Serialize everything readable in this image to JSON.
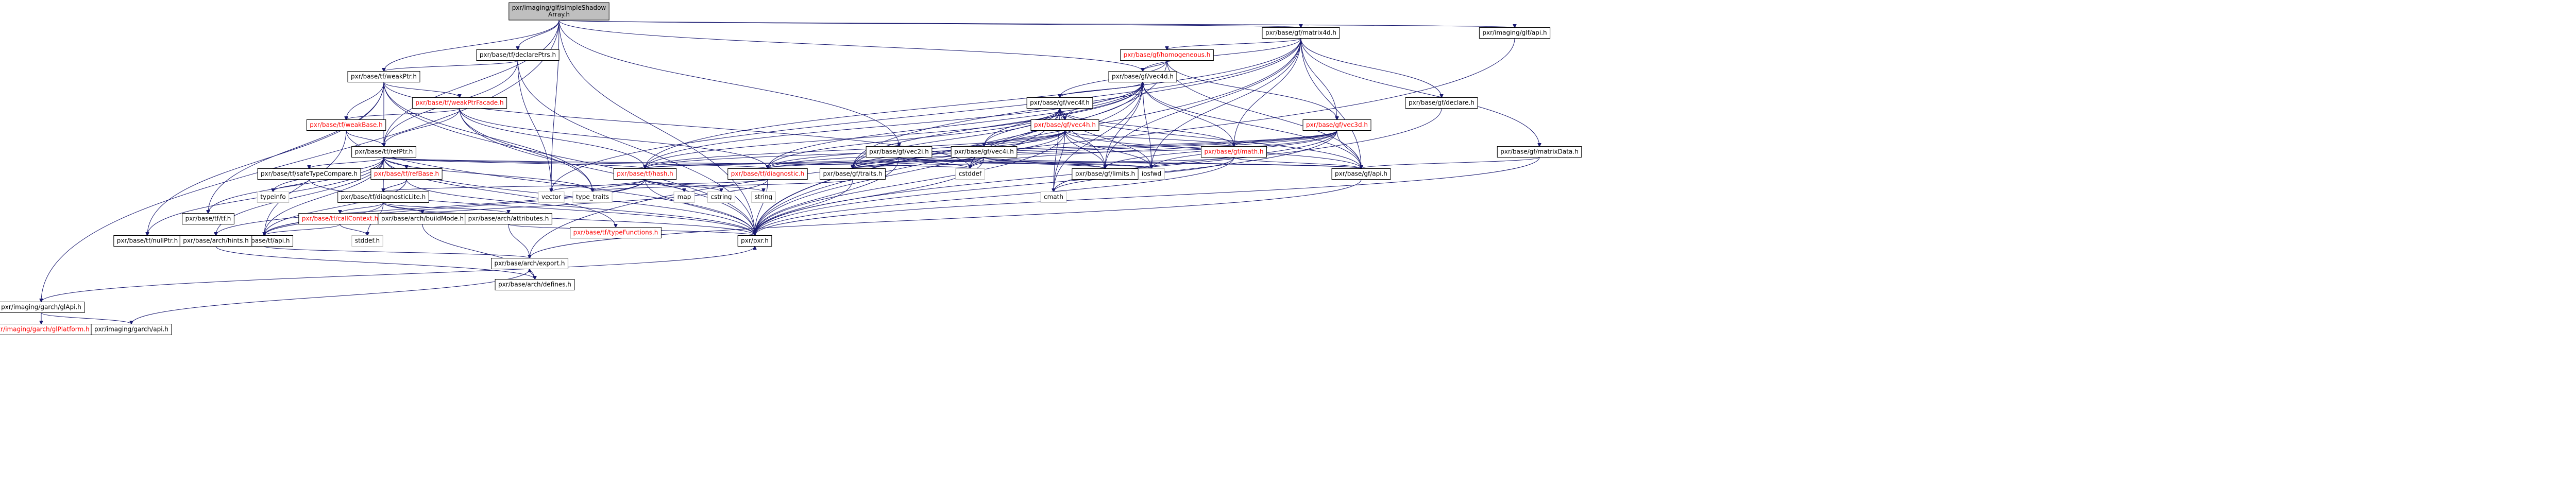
{
  "graph": {
    "title": "pxr/imaging/glf/simpleShadowArray.h include dependency graph",
    "colors": {
      "edge": "#191970",
      "node_border": "#000000",
      "node_fill": "#ffffff",
      "root_fill": "#bfbfbf",
      "text_normal": "#000000",
      "text_truncated": "#ff0000"
    },
    "nodes": [
      {
        "id": "root",
        "lines": [
          "pxr/imaging/glf/simpleShadow",
          "Array.h"
        ],
        "kind": "root"
      },
      {
        "id": "glApi",
        "lines": [
          "pxr/imaging/garch/glApi.h"
        ],
        "kind": "normal"
      },
      {
        "id": "glPlatform",
        "lines": [
          "pxr/imaging/garch/glPlatform.h"
        ],
        "kind": "truncated"
      },
      {
        "id": "garchApi",
        "lines": [
          "pxr/imaging/garch/api.h"
        ],
        "kind": "normal"
      },
      {
        "id": "declarePtrs",
        "lines": [
          "pxr/base/tf/declarePtrs.h"
        ],
        "kind": "normal"
      },
      {
        "id": "weakPtr",
        "lines": [
          "pxr/base/tf/weakPtr.h"
        ],
        "kind": "normal"
      },
      {
        "id": "weakPtrFacade",
        "lines": [
          "pxr/base/tf/weakPtrFacade.h"
        ],
        "kind": "truncated"
      },
      {
        "id": "weakBase",
        "lines": [
          "pxr/base/tf/weakBase.h"
        ],
        "kind": "truncated"
      },
      {
        "id": "refPtr",
        "lines": [
          "pxr/base/tf/refPtr.h"
        ],
        "kind": "normal"
      },
      {
        "id": "safeTypeCompare",
        "lines": [
          "pxr/base/tf/safeTypeCompare.h"
        ],
        "kind": "normal"
      },
      {
        "id": "refBase",
        "lines": [
          "pxr/base/tf/refBase.h"
        ],
        "kind": "truncated"
      },
      {
        "id": "tfHash",
        "lines": [
          "pxr/base/tf/hash.h"
        ],
        "kind": "truncated"
      },
      {
        "id": "tfDiagnostic",
        "lines": [
          "pxr/base/tf/diagnostic.h"
        ],
        "kind": "truncated"
      },
      {
        "id": "diagnosticLite",
        "lines": [
          "pxr/base/tf/diagnosticLite.h"
        ],
        "kind": "normal"
      },
      {
        "id": "callContext",
        "lines": [
          "pxr/base/tf/callContext.h"
        ],
        "kind": "truncated"
      },
      {
        "id": "typeFunctions",
        "lines": [
          "pxr/base/tf/typeFunctions.h"
        ],
        "kind": "truncated"
      },
      {
        "id": "nullPtr",
        "lines": [
          "pxr/base/tf/nullPtr.h"
        ],
        "kind": "normal"
      },
      {
        "id": "tfTf",
        "lines": [
          "pxr/base/tf/tf.h"
        ],
        "kind": "normal"
      },
      {
        "id": "tfApi",
        "lines": [
          "pxr/base/tf/api.h"
        ],
        "kind": "normal"
      },
      {
        "id": "archHints",
        "lines": [
          "pxr/base/arch/hints.h"
        ],
        "kind": "normal"
      },
      {
        "id": "buildMode",
        "lines": [
          "pxr/base/arch/buildMode.h"
        ],
        "kind": "normal"
      },
      {
        "id": "archAttributes",
        "lines": [
          "pxr/base/arch/attributes.h"
        ],
        "kind": "normal"
      },
      {
        "id": "archExport",
        "lines": [
          "pxr/base/arch/export.h"
        ],
        "kind": "normal"
      },
      {
        "id": "archDefines",
        "lines": [
          "pxr/base/arch/defines.h"
        ],
        "kind": "normal"
      },
      {
        "id": "pxr",
        "lines": [
          "pxr/pxr.h"
        ],
        "kind": "normal"
      },
      {
        "id": "matrix4d",
        "lines": [
          "pxr/base/gf/matrix4d.h"
        ],
        "kind": "normal"
      },
      {
        "id": "homogeneous",
        "lines": [
          "pxr/base/gf/homogeneous.h"
        ],
        "kind": "truncated"
      },
      {
        "id": "vec4d",
        "lines": [
          "pxr/base/gf/vec4d.h"
        ],
        "kind": "normal"
      },
      {
        "id": "vec4f",
        "lines": [
          "pxr/base/gf/vec4f.h"
        ],
        "kind": "normal"
      },
      {
        "id": "vec4h",
        "lines": [
          "pxr/base/gf/vec4h.h"
        ],
        "kind": "truncated"
      },
      {
        "id": "vec4i",
        "lines": [
          "pxr/base/gf/vec4i.h"
        ],
        "kind": "normal"
      },
      {
        "id": "vec3d",
        "lines": [
          "pxr/base/gf/vec3d.h"
        ],
        "kind": "truncated"
      },
      {
        "id": "gfMath",
        "lines": [
          "pxr/base/gf/math.h"
        ],
        "kind": "truncated"
      },
      {
        "id": "limits",
        "lines": [
          "pxr/base/gf/limits.h"
        ],
        "kind": "normal"
      },
      {
        "id": "gfTraits",
        "lines": [
          "pxr/base/gf/traits.h"
        ],
        "kind": "normal"
      },
      {
        "id": "gfApi",
        "lines": [
          "pxr/base/gf/api.h"
        ],
        "kind": "normal"
      },
      {
        "id": "gfDeclare",
        "lines": [
          "pxr/base/gf/declare.h"
        ],
        "kind": "normal"
      },
      {
        "id": "matrixData",
        "lines": [
          "pxr/base/gf/matrixData.h"
        ],
        "kind": "normal"
      },
      {
        "id": "vec2i",
        "lines": [
          "pxr/base/gf/vec2i.h"
        ],
        "kind": "normal"
      },
      {
        "id": "glfApi",
        "lines": [
          "pxr/imaging/glf/api.h"
        ],
        "kind": "normal"
      },
      {
        "id": "sVector",
        "lines": [
          "vector"
        ],
        "kind": "std"
      },
      {
        "id": "sTypeTraits",
        "lines": [
          "type_traits"
        ],
        "kind": "std"
      },
      {
        "id": "sTypeinfo",
        "lines": [
          "typeinfo"
        ],
        "kind": "std"
      },
      {
        "id": "sCstddef",
        "lines": [
          "cstddef"
        ],
        "kind": "std"
      },
      {
        "id": "sCmath",
        "lines": [
          "cmath"
        ],
        "kind": "std"
      },
      {
        "id": "sIosfwd",
        "lines": [
          "iosfwd"
        ],
        "kind": "std"
      },
      {
        "id": "sMap",
        "lines": [
          "map"
        ],
        "kind": "std"
      },
      {
        "id": "sCstring",
        "lines": [
          "cstring"
        ],
        "kind": "std"
      },
      {
        "id": "sString",
        "lines": [
          "string"
        ],
        "kind": "std"
      },
      {
        "id": "sStddef",
        "lines": [
          "stddef.h"
        ],
        "kind": "std"
      }
    ],
    "edges": [
      [
        "root",
        "glApi"
      ],
      [
        "root",
        "declarePtrs"
      ],
      [
        "root",
        "weakPtr"
      ],
      [
        "root",
        "refPtr"
      ],
      [
        "root",
        "matrix4d"
      ],
      [
        "root",
        "vec2i"
      ],
      [
        "root",
        "glfApi"
      ],
      [
        "root",
        "sVector"
      ],
      [
        "root",
        "pxr"
      ],
      [
        "root",
        "vec4d"
      ],
      [
        "glApi",
        "glPlatform"
      ],
      [
        "glApi",
        "garchApi"
      ],
      [
        "glApi",
        "pxr"
      ],
      [
        "garchApi",
        "archExport"
      ],
      [
        "declarePtrs",
        "weakPtr"
      ],
      [
        "declarePtrs",
        "refPtr"
      ],
      [
        "declarePtrs",
        "sVector"
      ],
      [
        "declarePtrs",
        "pxr"
      ],
      [
        "weakPtr",
        "weakPtrFacade"
      ],
      [
        "weakPtr",
        "weakBase"
      ],
      [
        "weakPtr",
        "refPtr"
      ],
      [
        "weakPtr",
        "nullPtr"
      ],
      [
        "weakPtr",
        "tfTf"
      ],
      [
        "weakPtr",
        "sCstddef"
      ],
      [
        "weakPtr",
        "sTypeTraits"
      ],
      [
        "weakPtr",
        "pxr"
      ],
      [
        "weakPtrFacade",
        "weakBase"
      ],
      [
        "weakPtrFacade",
        "refPtr"
      ],
      [
        "weakPtrFacade",
        "tfHash"
      ],
      [
        "weakPtrFacade",
        "tfDiagnostic"
      ],
      [
        "weakPtrFacade",
        "sTypeTraits"
      ],
      [
        "weakPtrFacade",
        "pxr"
      ],
      [
        "weakBase",
        "refPtr"
      ],
      [
        "weakBase",
        "tfApi"
      ],
      [
        "weakBase",
        "pxr"
      ],
      [
        "refPtr",
        "safeTypeCompare"
      ],
      [
        "refPtr",
        "refBase"
      ],
      [
        "refPtr",
        "tfHash"
      ],
      [
        "refPtr",
        "tfDiagnostic"
      ],
      [
        "refPtr",
        "diagnosticLite"
      ],
      [
        "refPtr",
        "nullPtr"
      ],
      [
        "refPtr",
        "tfTf"
      ],
      [
        "refPtr",
        "archHints"
      ],
      [
        "refPtr",
        "sTypeinfo"
      ],
      [
        "refPtr",
        "sTypeTraits"
      ],
      [
        "refPtr",
        "sCstddef"
      ],
      [
        "refPtr",
        "tfApi"
      ],
      [
        "refPtr",
        "typeFunctions"
      ],
      [
        "refPtr",
        "pxr"
      ],
      [
        "safeTypeCompare",
        "sTypeinfo"
      ],
      [
        "safeTypeCompare",
        "pxr"
      ],
      [
        "refBase",
        "diagnosticLite"
      ],
      [
        "refBase",
        "tfApi"
      ],
      [
        "refBase",
        "pxr"
      ],
      [
        "tfHash",
        "sTypeTraits"
      ],
      [
        "tfHash",
        "sMap"
      ],
      [
        "tfHash",
        "sCstring"
      ],
      [
        "tfHash",
        "sString"
      ],
      [
        "tfHash",
        "sVector"
      ],
      [
        "tfHash",
        "tfApi"
      ],
      [
        "tfHash",
        "pxr"
      ],
      [
        "tfHash",
        "archHints"
      ],
      [
        "tfDiagnostic",
        "diagnosticLite"
      ],
      [
        "tfDiagnostic",
        "tfApi"
      ],
      [
        "tfDiagnostic",
        "pxr"
      ],
      [
        "diagnosticLite",
        "callContext"
      ],
      [
        "diagnosticLite",
        "buildMode"
      ],
      [
        "diagnosticLite",
        "archAttributes"
      ],
      [
        "diagnosticLite",
        "tfApi"
      ],
      [
        "diagnosticLite",
        "sStddef"
      ],
      [
        "diagnosticLite",
        "pxr"
      ],
      [
        "callContext",
        "sStddef"
      ],
      [
        "callContext",
        "tfApi"
      ],
      [
        "nullPtr",
        "tfApi"
      ],
      [
        "tfApi",
        "archExport"
      ],
      [
        "buildMode",
        "archDefines"
      ],
      [
        "archAttributes",
        "archExport"
      ],
      [
        "archAttributes",
        "pxr"
      ],
      [
        "archExport",
        "archDefines"
      ],
      [
        "archHints",
        "archDefines"
      ],
      [
        "matrix4d",
        "homogeneous"
      ],
      [
        "matrix4d",
        "vec4d"
      ],
      [
        "matrix4d",
        "vec3d"
      ],
      [
        "matrix4d",
        "gfMath"
      ],
      [
        "matrix4d",
        "limits"
      ],
      [
        "matrix4d",
        "gfApi"
      ],
      [
        "matrix4d",
        "gfDeclare"
      ],
      [
        "matrix4d",
        "matrixData"
      ],
      [
        "matrix4d",
        "gfTraits"
      ],
      [
        "matrix4d",
        "tfHash"
      ],
      [
        "matrix4d",
        "sIosfwd"
      ],
      [
        "matrix4d",
        "sVector"
      ],
      [
        "matrix4d",
        "pxr"
      ],
      [
        "homogeneous",
        "vec4d"
      ],
      [
        "homogeneous",
        "vec4f"
      ],
      [
        "homogeneous",
        "vec3d"
      ],
      [
        "homogeneous",
        "gfApi"
      ],
      [
        "homogeneous",
        "pxr"
      ],
      [
        "vec4d",
        "vec4f"
      ],
      [
        "vec4d",
        "vec4h"
      ],
      [
        "vec4d",
        "vec4i"
      ],
      [
        "vec4d",
        "tfDiagnostic"
      ],
      [
        "vec4d",
        "limits"
      ],
      [
        "vec4d",
        "gfTraits"
      ],
      [
        "vec4d",
        "gfMath"
      ],
      [
        "vec4d",
        "tfHash"
      ],
      [
        "vec4d",
        "gfApi"
      ],
      [
        "vec4d",
        "sCstddef"
      ],
      [
        "vec4d",
        "sCmath"
      ],
      [
        "vec4d",
        "sIosfwd"
      ],
      [
        "vec4d",
        "pxr"
      ],
      [
        "vec4f",
        "vec4d"
      ],
      [
        "vec4f",
        "vec4h"
      ],
      [
        "vec4f",
        "vec4i"
      ],
      [
        "vec4f",
        "tfDiagnostic"
      ],
      [
        "vec4f",
        "limits"
      ],
      [
        "vec4f",
        "gfTraits"
      ],
      [
        "vec4f",
        "gfMath"
      ],
      [
        "vec4f",
        "tfHash"
      ],
      [
        "vec4f",
        "gfApi"
      ],
      [
        "vec4f",
        "sCstddef"
      ],
      [
        "vec4f",
        "sCmath"
      ],
      [
        "vec4f",
        "sIosfwd"
      ],
      [
        "vec4f",
        "pxr"
      ],
      [
        "vec4h",
        "vec4f"
      ],
      [
        "vec4h",
        "vec4i"
      ],
      [
        "vec4h",
        "tfDiagnostic"
      ],
      [
        "vec4h",
        "limits"
      ],
      [
        "vec4h",
        "gfTraits"
      ],
      [
        "vec4h",
        "gfMath"
      ],
      [
        "vec4h",
        "tfHash"
      ],
      [
        "vec4h",
        "gfApi"
      ],
      [
        "vec4h",
        "sCstddef"
      ],
      [
        "vec4h",
        "sCmath"
      ],
      [
        "vec4h",
        "sIosfwd"
      ],
      [
        "vec4h",
        "pxr"
      ],
      [
        "vec4i",
        "tfDiagnostic"
      ],
      [
        "vec4i",
        "limits"
      ],
      [
        "vec4i",
        "gfTraits"
      ],
      [
        "vec4i",
        "gfMath"
      ],
      [
        "vec4i",
        "tfHash"
      ],
      [
        "vec4i",
        "gfApi"
      ],
      [
        "vec4i",
        "sCstddef"
      ],
      [
        "vec4i",
        "sIosfwd"
      ],
      [
        "vec4i",
        "pxr"
      ],
      [
        "vec3d",
        "tfDiagnostic"
      ],
      [
        "vec3d",
        "limits"
      ],
      [
        "vec3d",
        "gfTraits"
      ],
      [
        "vec3d",
        "gfMath"
      ],
      [
        "vec3d",
        "tfHash"
      ],
      [
        "vec3d",
        "gfApi"
      ],
      [
        "vec3d",
        "sCstddef"
      ],
      [
        "vec3d",
        "sCmath"
      ],
      [
        "vec3d",
        "sIosfwd"
      ],
      [
        "vec3d",
        "pxr"
      ],
      [
        "gfMath",
        "gfApi"
      ],
      [
        "gfMath",
        "gfTraits"
      ],
      [
        "gfMath",
        "sCmath"
      ],
      [
        "gfMath",
        "pxr"
      ],
      [
        "gfTraits",
        "sTypeTraits"
      ],
      [
        "gfTraits",
        "pxr"
      ],
      [
        "gfApi",
        "archExport"
      ],
      [
        "gfDeclare",
        "pxr"
      ],
      [
        "matrixData",
        "gfApi"
      ],
      [
        "matrixData",
        "pxr"
      ],
      [
        "vec2i",
        "tfDiagnostic"
      ],
      [
        "vec2i",
        "limits"
      ],
      [
        "vec2i",
        "gfTraits"
      ],
      [
        "vec2i",
        "tfHash"
      ],
      [
        "vec2i",
        "gfApi"
      ],
      [
        "vec2i",
        "sCstddef"
      ],
      [
        "vec2i",
        "sIosfwd"
      ],
      [
        "vec2i",
        "pxr"
      ],
      [
        "glfApi",
        "archExport"
      ]
    ]
  }
}
